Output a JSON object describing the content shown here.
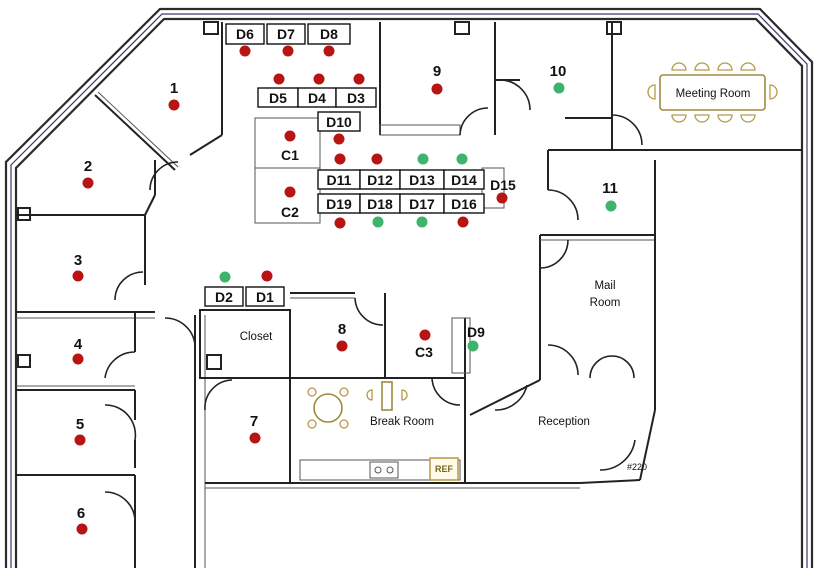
{
  "rooms": {
    "r1": "1",
    "r2": "2",
    "r3": "3",
    "r4": "4",
    "r5": "5",
    "r6": "6",
    "r7": "7",
    "r8": "8",
    "r9": "9",
    "r10": "10",
    "r11": "11",
    "meeting": "Meeting Room",
    "mail_line1": "Mail",
    "mail_line2": "Room",
    "closet": "Closet",
    "break": "Break Room",
    "reception": "Reception",
    "suite": "#220",
    "ref": "REF"
  },
  "desks": {
    "D1": "D1",
    "D2": "D2",
    "D3": "D3",
    "D4": "D4",
    "D5": "D5",
    "D6": "D6",
    "D7": "D7",
    "D8": "D8",
    "D9": "D9",
    "D10": "D10",
    "D11": "D11",
    "D12": "D12",
    "D13": "D13",
    "D14": "D14",
    "D15": "D15",
    "D16": "D16",
    "D17": "D17",
    "D18": "D18",
    "D19": "D19",
    "C1": "C1",
    "C2": "C2",
    "C3": "C3"
  },
  "markers": [
    {
      "id": "room-1",
      "status": "occupied"
    },
    {
      "id": "room-2",
      "status": "occupied"
    },
    {
      "id": "room-3",
      "status": "occupied"
    },
    {
      "id": "room-4",
      "status": "occupied"
    },
    {
      "id": "room-5",
      "status": "occupied"
    },
    {
      "id": "room-6",
      "status": "occupied"
    },
    {
      "id": "room-7",
      "status": "occupied"
    },
    {
      "id": "room-8",
      "status": "occupied"
    },
    {
      "id": "room-9",
      "status": "occupied"
    },
    {
      "id": "room-10",
      "status": "available"
    },
    {
      "id": "room-11",
      "status": "available"
    },
    {
      "id": "D1",
      "status": "occupied"
    },
    {
      "id": "D2",
      "status": "available"
    },
    {
      "id": "D3",
      "status": "occupied"
    },
    {
      "id": "D4",
      "status": "occupied"
    },
    {
      "id": "D5",
      "status": "occupied"
    },
    {
      "id": "D6",
      "status": "occupied"
    },
    {
      "id": "D7",
      "status": "occupied"
    },
    {
      "id": "D8",
      "status": "occupied"
    },
    {
      "id": "D9",
      "status": "available"
    },
    {
      "id": "D10",
      "status": "occupied"
    },
    {
      "id": "D11",
      "status": "occupied"
    },
    {
      "id": "D12",
      "status": "occupied"
    },
    {
      "id": "D13",
      "status": "available"
    },
    {
      "id": "D14",
      "status": "available"
    },
    {
      "id": "D15",
      "status": "occupied"
    },
    {
      "id": "D16",
      "status": "occupied"
    },
    {
      "id": "D17",
      "status": "available"
    },
    {
      "id": "D18",
      "status": "available"
    },
    {
      "id": "D19",
      "status": "occupied"
    },
    {
      "id": "C1",
      "status": "occupied"
    },
    {
      "id": "C2",
      "status": "occupied"
    },
    {
      "id": "C3",
      "status": "occupied"
    }
  ],
  "colors": {
    "occupied": "#b81414",
    "available": "#3db36b",
    "wall": "#2b2b2b",
    "furniture": "#b59a4a"
  }
}
